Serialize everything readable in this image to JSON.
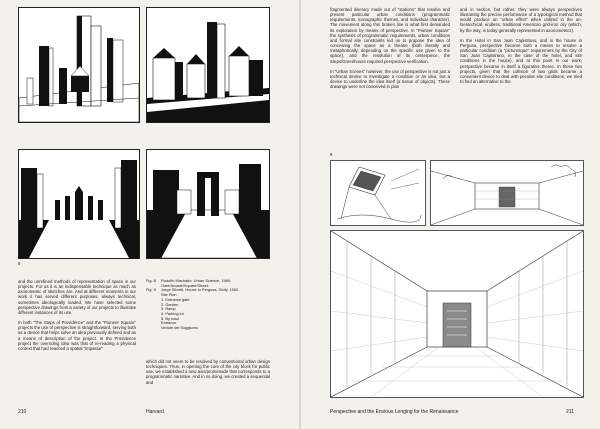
{
  "figure_labels": {
    "left": "8",
    "right": "9"
  },
  "left_text": "and the unrefined methods of representation of space in our projects. For us it is an indispensable technique as much as axonometric of sketches are. And at different moments in our work it has served different purposes, always technical, sometimes ideologically loaded. We have selected some perspective drawings from a variety of our projects to illustrate different instances of its use.",
  "left_text_2": "In both \"The Steps of Providence\" and the \"Pioneer Square\" projects the use of perspective is straightforward, serving both as a device that helps solve an idea previously defined and as a means of description of the project. In the Providence project the overriding idea was that of re-reading a physical context that had reached a spatial \"impasse\"",
  "caption": {
    "fig8_label": "Fig. 8",
    "fig8_text": "Rodolfo Machado, Urban Science, 1980. Gate/Arcade/Square/Street.",
    "fig9_label": "Fig. 9",
    "fig9_text": "Jorge Silvetti, House in Pergusa, Sicily, 1982.\nSite Plan\n1. Entrance gate\n2. Garden\n3. Ramp\n4. Parking lot\n5. By road\nEntrance\nVedute del Soggiorno"
  },
  "mid_col_text": "which did not seem to be resolved by conventional urban design techniques. Thus, in opening the core of the city block for public use, we established a new axis/promenade that corresponds to a programmatic narrative. And in so doing, we created a sequential and",
  "right_col1": "fragmented itinerary made out of \"stations\" that resolve and present particular urban conditions (programmatic requirements, iconographic themes, and individual character). The movement along this broken line is what first demanded its exploration by means of perspective. In \"Pioneer Square\" the synthesis of programmatic requirements, urban conditions and formal site constraints led us to propose the idea of conceiving the space as a theatre (both literally and metaphorically, depending on the specific use given to the space), and the resolution of its centerpiece, the Steps/Greenhouse required perspective verification.",
  "right_col1_2": "In \"Urban Scenes\" however, the use of perspective is not just a technical device to investigate a condition or an idea, but a device to underline the idea itself (a tissue of objects). These drawings were not conceived in plan",
  "right_col2": "and in section, but rather, they were always perspectives illustrating the precise performance of a typological method that would produce an \"urban effect\" when utilized in the un-hierarchical, endless, traditional American grid-iron city (which, by the way, is today generally represented in axonometrics).",
  "right_col2_2": "In the Hotel in San Juan Capistrano, and in the house in Pergusa, perspective became both a means to resolve a particular condition (a \"picturesque\" requirement by the City of San Juan Capistrano, in the case of the hotel, and site conditions in the house), and at this point in our work, perspective became in itself a figurative theme. In these two projects, given that the collision of two grids became a convenient device to deal with peculiar site conditions, we tried to find an alternative to the",
  "footer": {
    "left_page_number": "210",
    "left_running_head": "Harvard",
    "right_running_head": "Perspective and the Envious Longing for the Renaissance",
    "right_page_number": "211"
  }
}
